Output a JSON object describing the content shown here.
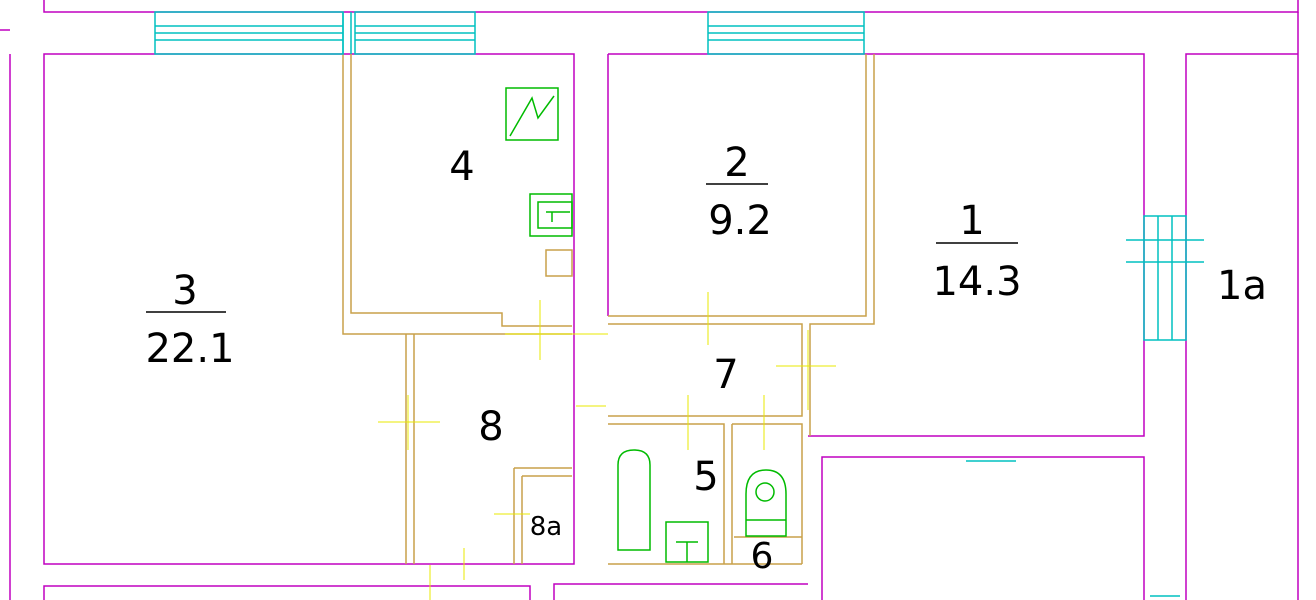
{
  "colors": {
    "background": "#ffffff",
    "outer_wall": "#c000c0",
    "partition": "#c9a14a",
    "window": "#00c0c0",
    "fixture": "#00bb00",
    "guide": "#e8e800",
    "text": "#000000"
  },
  "rooms": [
    {
      "id": "3",
      "number": "3",
      "area": "22.1"
    },
    {
      "id": "4",
      "number": "4",
      "area": ""
    },
    {
      "id": "2",
      "number": "2",
      "area": "9.2"
    },
    {
      "id": "1",
      "number": "1",
      "area": "14.3"
    },
    {
      "id": "1a",
      "number": "1a",
      "area": ""
    },
    {
      "id": "8",
      "number": "8",
      "area": ""
    },
    {
      "id": "8a",
      "number": "8a",
      "area": ""
    },
    {
      "id": "7",
      "number": "7",
      "area": ""
    },
    {
      "id": "5",
      "number": "5",
      "area": ""
    },
    {
      "id": "6",
      "number": "6",
      "area": ""
    }
  ],
  "icons": [
    "radiator-icon",
    "stove-icon",
    "bathtub-icon",
    "toilet-icon",
    "sink-icon"
  ]
}
